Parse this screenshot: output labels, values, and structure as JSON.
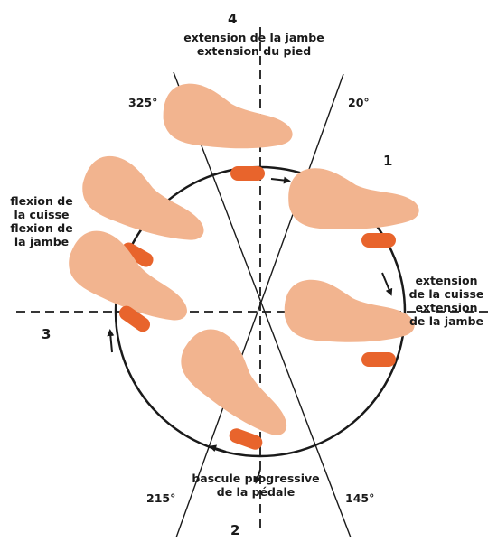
{
  "positions": {
    "p1": "1",
    "p2": "2",
    "p3": "3",
    "p4": "4"
  },
  "angles": {
    "a325": "325°",
    "a20": "20°",
    "a215": "215°",
    "a145": "145°"
  },
  "annotations": {
    "top": [
      "extension de la jambe",
      "extension du pied"
    ],
    "right": [
      "extension",
      "de la cuisse",
      "extension",
      "de la jambe"
    ],
    "left": [
      "flexion de",
      "la cuisse",
      "flexion de",
      "la jambe"
    ],
    "bottom": [
      "bascule progressive",
      "de la pédale"
    ]
  },
  "colors": {
    "foot": "#f2b48f",
    "foot_shadow": "#e8a27c",
    "pedal": "#e8642c",
    "line": "#1a1a1a"
  }
}
